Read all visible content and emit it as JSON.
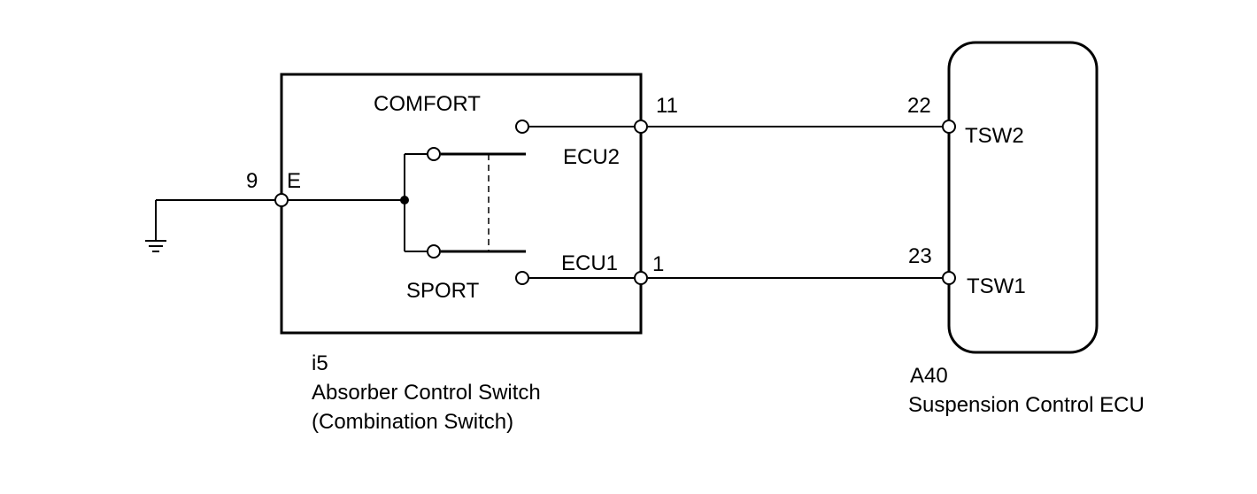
{
  "switch_box": {
    "connector_id": "i5",
    "name": "Absorber Control Switch",
    "subname": "(Combination Switch)",
    "positions": {
      "comfort": "COMFORT",
      "sport": "SPORT"
    },
    "internal_labels": {
      "ecu2": "ECU2",
      "ecu1": "ECU1",
      "ground": "E"
    },
    "pins": {
      "ground_pin": "9",
      "ecu2_pin": "11",
      "ecu1_pin": "1"
    }
  },
  "ecu_box": {
    "connector_id": "A40",
    "name": "Suspension Control ECU",
    "pins": {
      "tsw2_pin": "22",
      "tsw1_pin": "23"
    },
    "terminal_labels": {
      "tsw2": "TSW2",
      "tsw1": "TSW1"
    }
  }
}
